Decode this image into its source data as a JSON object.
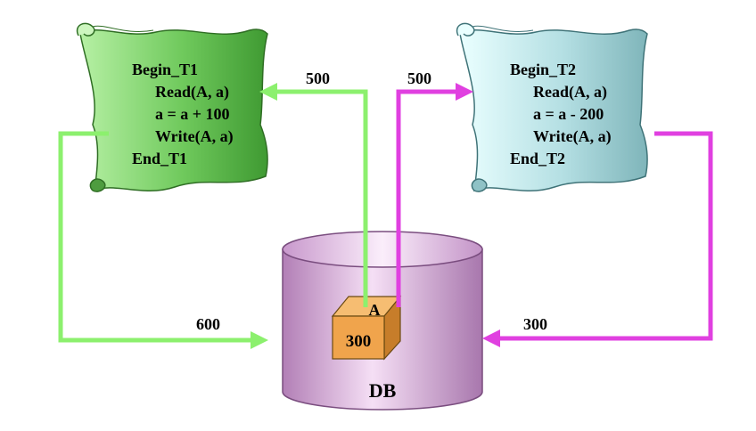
{
  "colors": {
    "t1_flow": "#8cf06e",
    "t2_flow": "#e040e0",
    "t1_scroll": "#74c864",
    "t2_scroll": "#b9dfe3",
    "db_body": "#d9b3dc",
    "block_face": "#f0a44c"
  },
  "t1": {
    "lines": [
      "Begin_T1",
      "Read(A, a)",
      "a = a + 100",
      "Write(A, a)",
      "End_T1"
    ]
  },
  "t2": {
    "lines": [
      "Begin_T2",
      "Read(A, a)",
      "a = a - 200",
      "Write(A, a)",
      "End_T2"
    ]
  },
  "flows": {
    "t1_read": "500",
    "t2_read": "500",
    "t1_write": "600",
    "t2_write": "300"
  },
  "db": {
    "label": "DB",
    "item_name": "A",
    "item_value": "300"
  }
}
